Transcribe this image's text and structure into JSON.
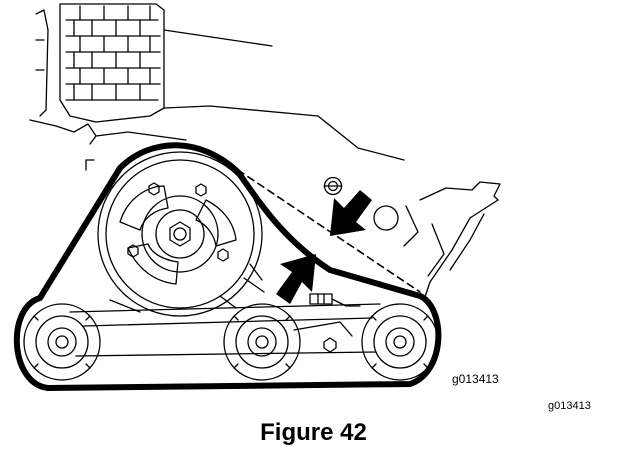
{
  "figure": {
    "inner_code": "g013413",
    "outer_code": "g013413",
    "caption": "Figure 42"
  },
  "colors": {
    "ink": "#000000",
    "paper": "#ffffff"
  },
  "icons": [
    "down-left-arrow-icon",
    "up-right-arrow-icon"
  ]
}
